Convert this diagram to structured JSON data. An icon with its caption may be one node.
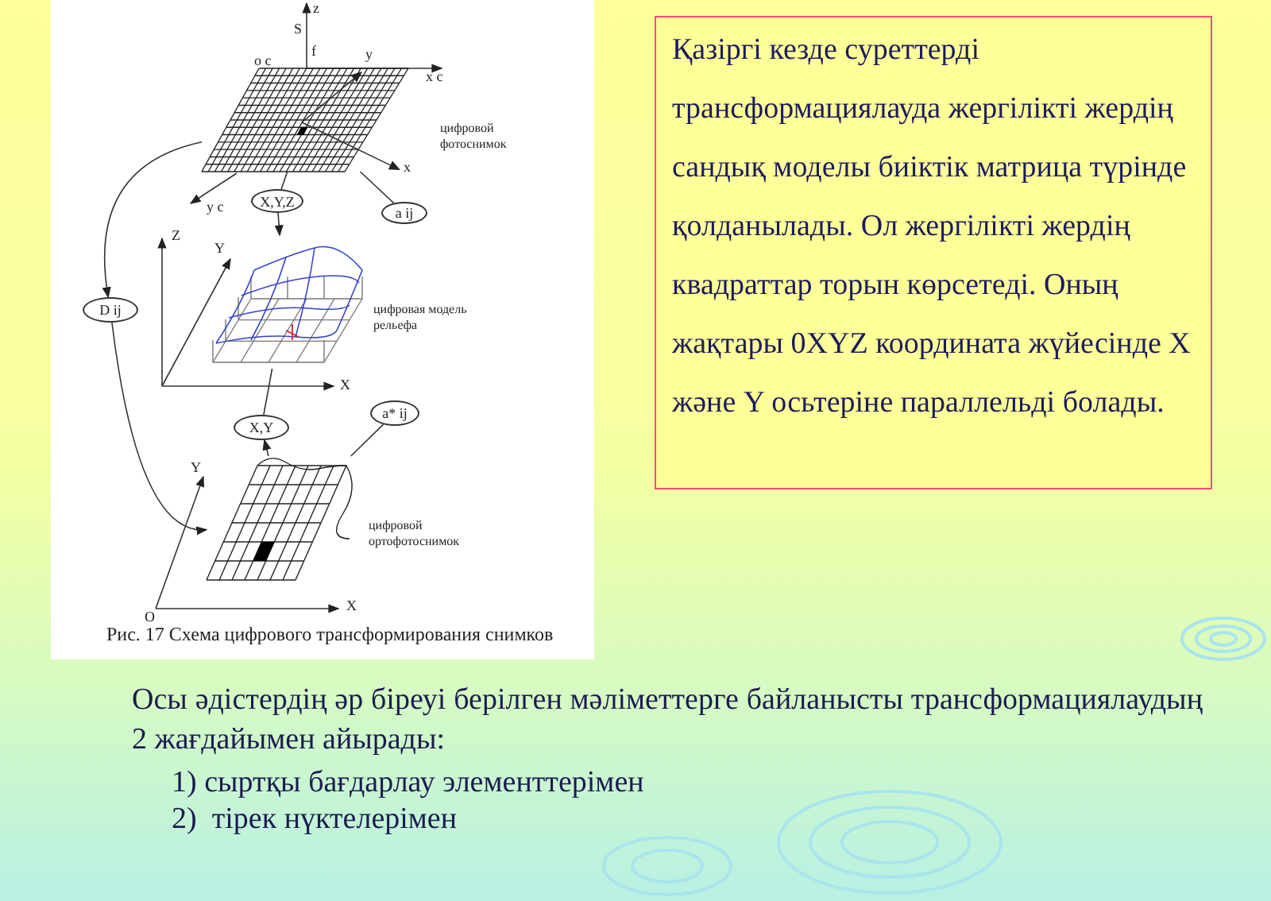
{
  "diagram": {
    "nodes": [
      {
        "text": [
          "Қазіргі кезде суреттерді трансформациялауда жергілікті жердің сандық моделы биіктік матрица түрінде қолданылады. Ол жергілікті жердің квадраттар торын көрсетеді. Оның жақтары 0XYZ координата жүйесінде  X және Y осьтеріне параллельді болады."
        ]
      },
      {
        "text": [],
        "shape": "picture",
        "beside": [
          "цифровой фотоснимок"
        ]
      },
      {
        "text": [
          "X,Y,Z"
        ]
      },
      {
        "text": [
          "a ij"
        ]
      },
      {
        "text": [
          "D ij"
        ]
      },
      {
        "text": [],
        "shape": "picture",
        "beside": [
          "цифровая модель рельефа"
        ]
      },
      {
        "text": [
          "X,Y"
        ]
      },
      {
        "text": [
          "a* ij"
        ]
      },
      {
        "text": [],
        "shape": "picture",
        "beside": [
          "цифровой ортофотоснимок"
        ]
      }
    ],
    "edges": [
      {
        "from": 1,
        "to": 2,
        "arrow": "none"
      },
      {
        "from": 2,
        "to": 5,
        "arrow": "to"
      },
      {
        "from": 3,
        "to": 1,
        "arrow": "none"
      },
      {
        "from": 1,
        "to": 4,
        "arrow": "to"
      },
      {
        "from": 4,
        "to": 8,
        "arrow": "to"
      },
      {
        "from": 5,
        "to": 6,
        "arrow": "none"
      },
      {
        "from": 8,
        "to": 6,
        "arrow": "to"
      },
      {
        "from": 7,
        "to": 8,
        "arrow": "none"
      }
    ],
    "labels": [
      "z",
      "S",
      "f",
      "o c",
      "y",
      "x c",
      "x",
      "y c",
      "Z",
      "Y",
      "X",
      "Y",
      "O",
      "X",
      "Рис. 17 Схема цифрового трансформирования снимков",
      "Осы әдістердің әр біреуі берілген мәліметтерге байланысты трансформациялаудың 2 жағдайымен айырады:",
      "1) сыртқы бағдарлау элементтерімен",
      "2)  тірек нүктелерімен"
    ]
  }
}
